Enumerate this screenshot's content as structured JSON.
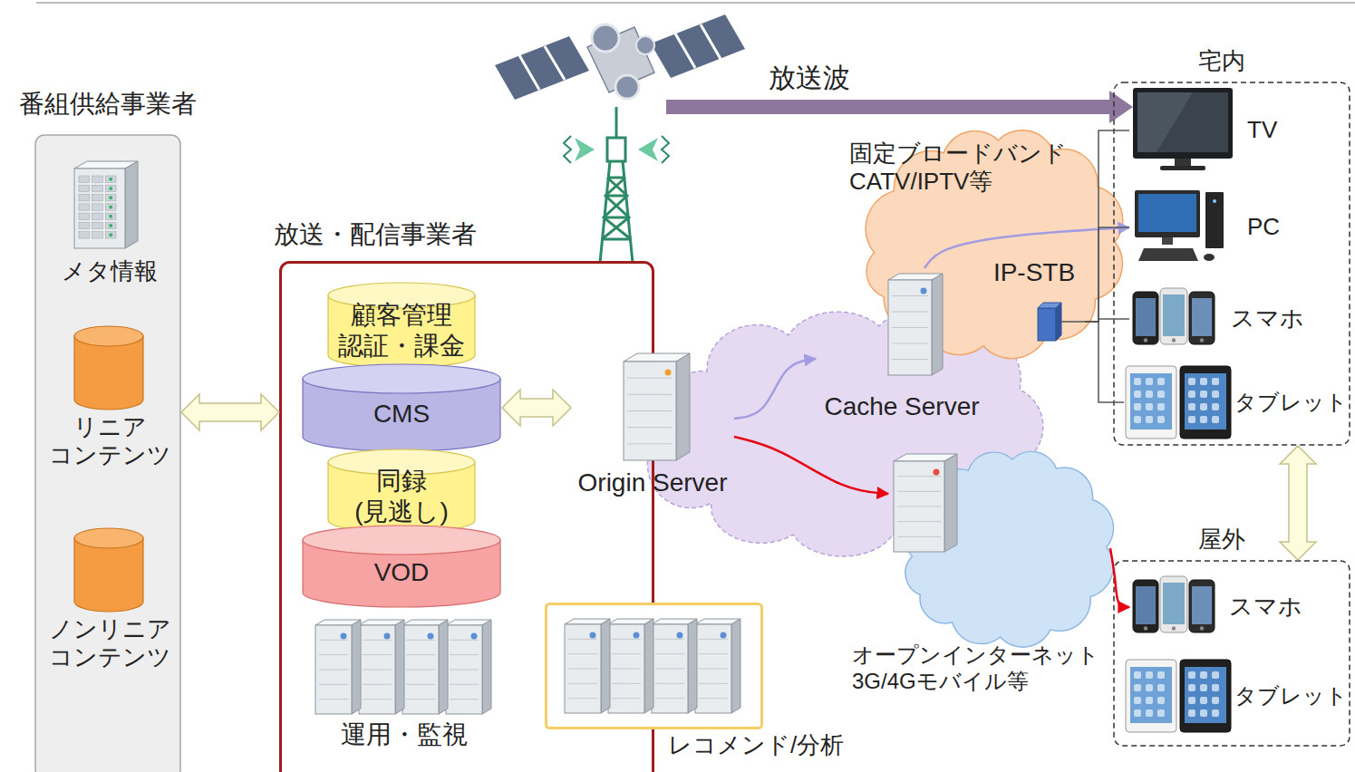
{
  "diagram": {
    "nodes": [
      {
        "text": [
          "番組供給事業者"
        ]
      },
      {
        "text": [
          "メタ情報"
        ],
        "in": 0
      },
      {
        "text": [
          "リニア コンテンツ"
        ],
        "in": 0
      },
      {
        "text": [
          "ノンリニア コンテンツ"
        ],
        "in": 0
      },
      {
        "text": [
          "放送・配信事業者"
        ]
      },
      {
        "text": [
          "顧客管理 認証・課金"
        ],
        "in": 4
      },
      {
        "text": [
          "CMS"
        ],
        "in": 4
      },
      {
        "text": [
          "同録 (見逃し)"
        ],
        "in": 4
      },
      {
        "text": [
          "VOD"
        ],
        "in": 4
      },
      {
        "text": [
          "運用・監視"
        ],
        "in": 4
      },
      {
        "text": [
          "レコメンド/分析"
        ]
      },
      {
        "text": [
          "Origin Server"
        ]
      },
      {
        "text": [
          "固定ブロードバンド CATV/IPTV等"
        ]
      },
      {
        "text": [
          "Cache Server"
        ]
      },
      {
        "text": [
          "IP-STB"
        ],
        "in": 12
      },
      {
        "text": [
          "オープンインターネット 3G/4Gモバイル等"
        ]
      },
      {
        "text": [
          "宅内"
        ]
      },
      {
        "text": [
          "TV"
        ],
        "in": 16
      },
      {
        "text": [
          "PC"
        ],
        "in": 16
      },
      {
        "text": [
          "スマホ"
        ],
        "in": 16
      },
      {
        "text": [
          "タブレット"
        ],
        "in": 16
      },
      {
        "text": [
          "屋外"
        ]
      },
      {
        "text": [
          "スマホ"
        ],
        "in": 21
      },
      {
        "text": [
          "タブレット"
        ],
        "in": 21
      }
    ],
    "edges": [
      {
        "from": 0,
        "to": 4,
        "arrow": "both"
      },
      {
        "from": 6,
        "to": 11,
        "arrow": "both"
      },
      {
        "from": 11,
        "to": 13,
        "arrow": "to"
      },
      {
        "from": 13,
        "to": 18,
        "arrow": "to"
      },
      {
        "from": 11,
        "to": 15,
        "arrow": "to"
      },
      {
        "from": 15,
        "to": 22,
        "arrow": "to"
      },
      {
        "from": 14,
        "to": 17,
        "arrow": "none"
      },
      {
        "from": 14,
        "to": 18,
        "arrow": "none"
      },
      {
        "from": 14,
        "to": 19,
        "arrow": "none"
      },
      {
        "from": 14,
        "to": 20,
        "arrow": "none"
      },
      {
        "from": 16,
        "to": 21,
        "arrow": "both"
      }
    ],
    "labels": [
      "放送波"
    ]
  }
}
